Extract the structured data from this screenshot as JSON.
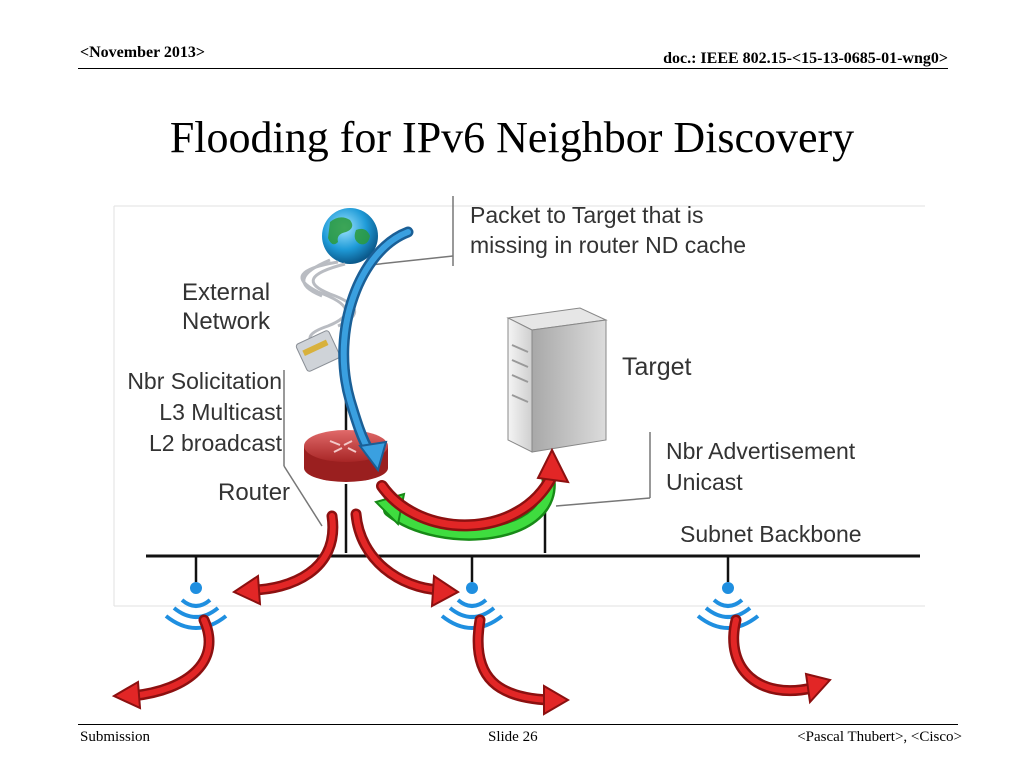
{
  "header": {
    "date": "<November 2013>",
    "doc": "doc.: IEEE 802.15-<15-13-0685-01-wng0>"
  },
  "title": "Flooding for IPv6 Neighbor Discovery",
  "diagram": {
    "callout_packet_line1": "Packet to Target that is",
    "callout_packet_line2": "missing in router ND cache",
    "external_line1": "External",
    "external_line2": "Network",
    "target": "Target",
    "nbr_sol_line1": "Nbr Solicitation",
    "nbr_sol_line2": "L3 Multicast",
    "nbr_sol_line3": "L2 broadcast",
    "router": "Router",
    "nbr_adv_line1": "Nbr Advertisement",
    "nbr_adv_line2": "Unicast",
    "subnet": "Subnet Backbone",
    "colors": {
      "flood_arrow": "#d42020",
      "advert_arrow": "#2ec82e",
      "packet_arrow": "#2f8fd0",
      "router": "#b83232"
    }
  },
  "footer": {
    "left": "Submission",
    "center": "Slide 26",
    "right": "<Pascal Thubert>, <Cisco>"
  }
}
